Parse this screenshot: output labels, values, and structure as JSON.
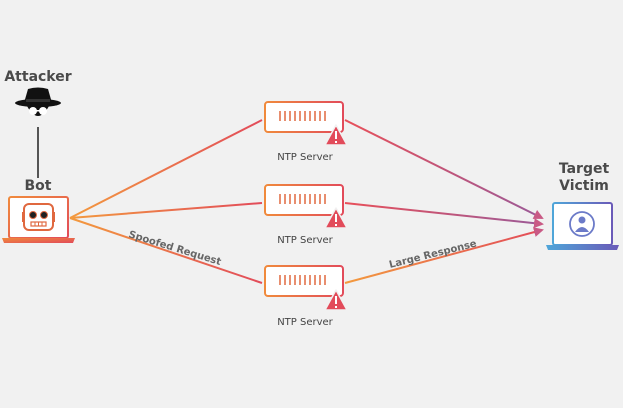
{
  "attacker": {
    "label": "Attacker",
    "icon": "hacker-icon"
  },
  "bot": {
    "label": "Bot",
    "icon": "bot-laptop-icon"
  },
  "servers": [
    {
      "label": "NTP Server",
      "icon": "ntp-server-icon",
      "badge": "warning-icon"
    },
    {
      "label": "NTP Server",
      "icon": "ntp-server-icon",
      "badge": "warning-icon"
    },
    {
      "label": "NTP Server",
      "icon": "ntp-server-icon",
      "badge": "warning-icon"
    }
  ],
  "target": {
    "label_line1": "Target",
    "label_line2": "Victim",
    "icon": "victim-laptop-icon"
  },
  "edges": {
    "spoofed_request": "Spoofed Request",
    "large_response": "Large Response"
  },
  "colors": {
    "orange": "#f08a3c",
    "red": "#e24b5a",
    "purple": "#5a6bc0",
    "background": "#f1f1f1"
  }
}
